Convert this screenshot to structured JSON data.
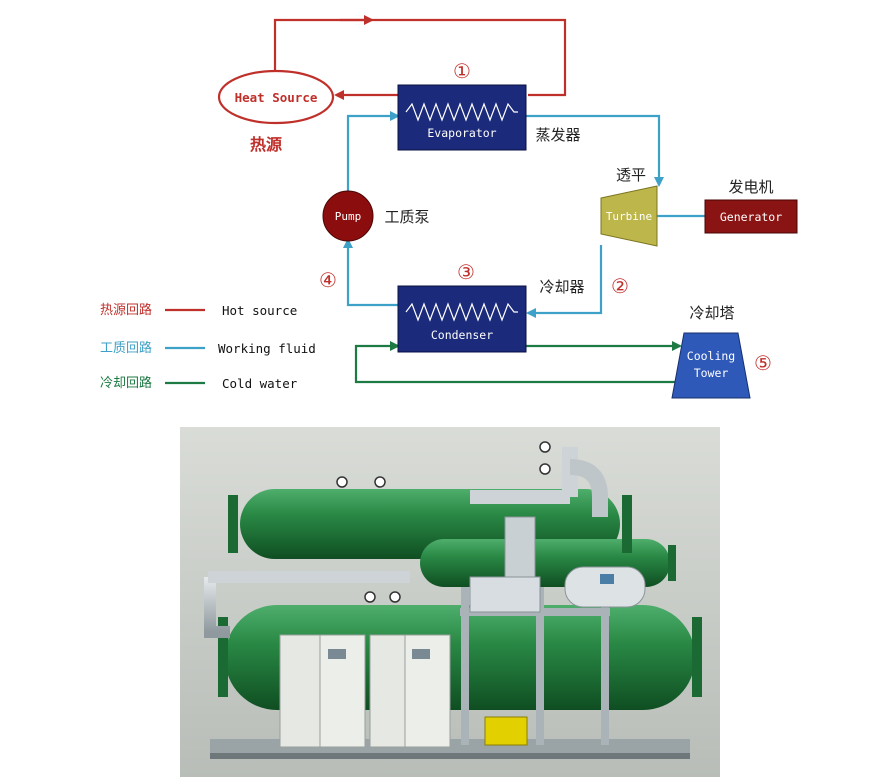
{
  "colors": {
    "hot_loop": "#c0302b",
    "working_loop": "#3ea1c7",
    "cold_loop": "#1d7a43",
    "hx_fill": "#1b2a7a",
    "pump_fill": "#8b0d0d",
    "turbine_fill": "#bdb64a",
    "generator_fill": "#8a1414",
    "tower_fill": "#2f59b8"
  },
  "components": {
    "heat_source": {
      "label": "Heat Source",
      "cn": "热源"
    },
    "evaporator": {
      "label": "Evaporator",
      "cn": "蒸发器",
      "marker": "①"
    },
    "turbine": {
      "label": "Turbine",
      "cn": "透平"
    },
    "generator": {
      "label": "Generator",
      "cn": "发电机"
    },
    "condenser": {
      "label": "Condenser",
      "cn": "冷却器",
      "marker": "③"
    },
    "pump": {
      "label": "Pump",
      "cn": "工质泵"
    },
    "cooling_tower": {
      "label_line1": "Cooling",
      "label_line2": "Tower",
      "cn": "冷却塔"
    }
  },
  "markers": {
    "m2": "②",
    "m4": "④",
    "m5": "⑤"
  },
  "legend": [
    {
      "cn": "热源回路",
      "en": "Hot source",
      "color": "#c0302b"
    },
    {
      "cn": "工质回路",
      "en": "Working fluid",
      "color": "#3ea1c7"
    },
    {
      "cn": "冷却回路",
      "en": "Cold water",
      "color": "#1d7a43"
    }
  ],
  "photo": {
    "icon": "orc-unit-3d-rendering",
    "vessel_color": "#1f7a3a",
    "frame_color": "#b9c3c8",
    "cabinet_color": "#e6e8e4",
    "pump_color": "#e3d000"
  }
}
